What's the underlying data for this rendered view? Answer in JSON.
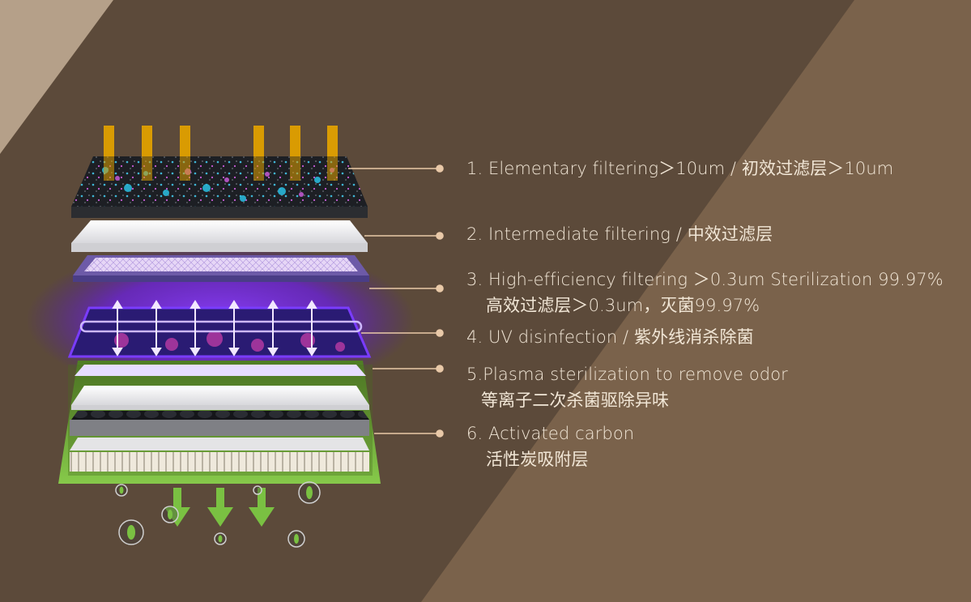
{
  "colors": {
    "bg_dark": "#5c4a3a",
    "bg_light": "#7a624b",
    "corner": "#b5a089",
    "text": "#f1e6d6",
    "leader": "#e9c9a8",
    "uv": "#7b2cff",
    "green": "#7ac142",
    "airflow": "#e0a000"
  },
  "labels": [
    {
      "line1": "1. Elementary filtering＞10um / 初效过滤层＞10um",
      "line2": ""
    },
    {
      "line1": "2. Intermediate filtering / 中效过滤层",
      "line2": ""
    },
    {
      "line1": "3. High-efficiency filtering ＞0.3um Sterilization 99.97%",
      "line2": "高效过滤层＞0.3um，灭菌99.97%"
    },
    {
      "line1": "4. UV disinfection / 紫外线消杀除菌",
      "line2": ""
    },
    {
      "line1": "5.Plasma sterilization to remove odor",
      "line2": "等离子二次杀菌驱除异味"
    },
    {
      "line1": "6. Activated carbon",
      "line2": "活性炭吸附层"
    }
  ],
  "icons": [
    "airflow-in-arrow-icon",
    "uv-arrow-icon",
    "clean-air-arrow-icon",
    "leaf-bubble-icon"
  ]
}
